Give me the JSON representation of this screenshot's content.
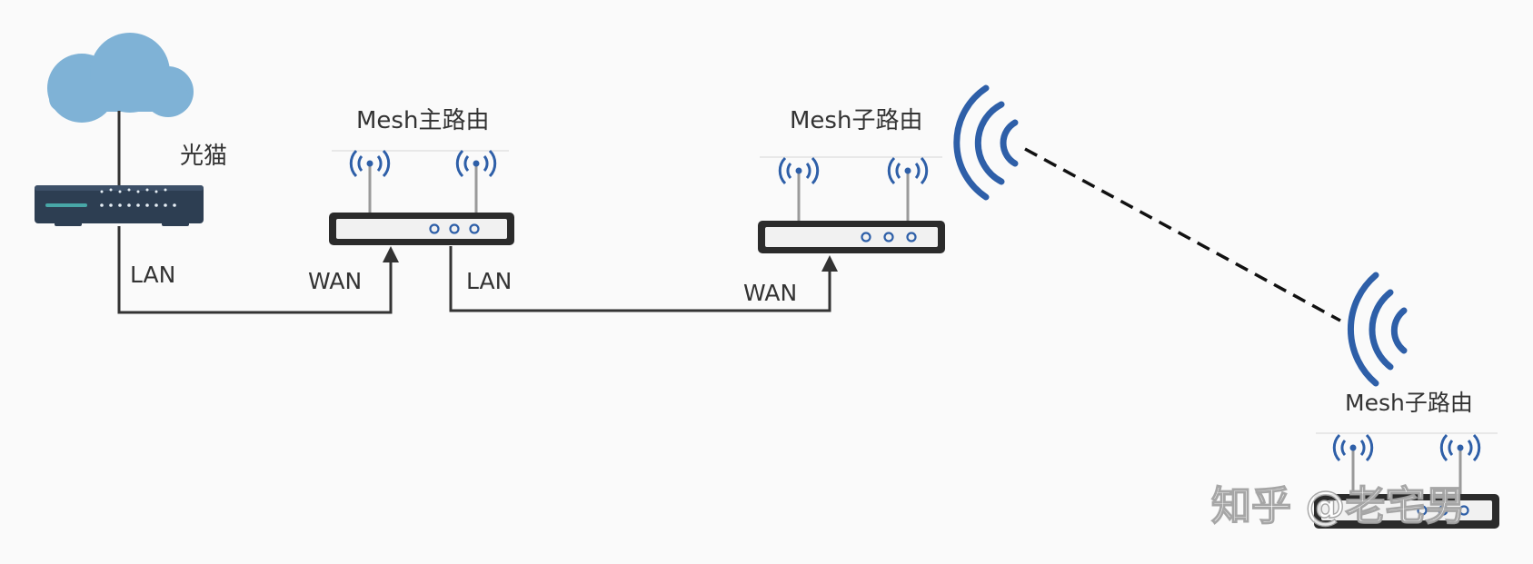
{
  "labels": {
    "modem": "光猫",
    "main_router": "Mesh主路由",
    "sub_router_1": "Mesh子路由",
    "sub_router_2": "Mesh子路由",
    "modem_lan": "LAN",
    "main_wan": "WAN",
    "main_lan": "LAN",
    "sub1_wan": "WAN"
  },
  "watermark": "知乎 @老宅男",
  "colors": {
    "cloud": "#7fb2d6",
    "wifi": "#2e5fa8",
    "modem_body": "#2d3e52",
    "router_frame": "#2b2b2b",
    "router_face": "#f1f1f1",
    "cable": "#333333",
    "link_dash": "#111111"
  },
  "icons": {
    "internet": "cloud-icon",
    "modem": "modem-icon",
    "router": "router-icon",
    "wireless": "wifi-signal-icon"
  }
}
